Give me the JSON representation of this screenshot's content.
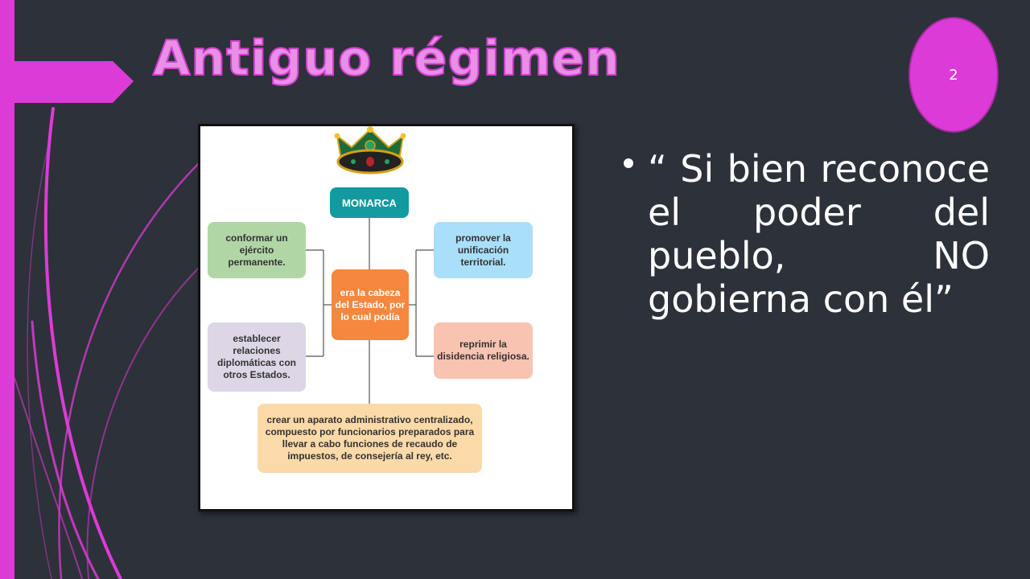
{
  "slide": {
    "title": "Antiguo régimen",
    "number": "2",
    "accent_color": "#dd3bd7",
    "background_color": "#2d3139"
  },
  "diagram": {
    "top": "MONARCA",
    "center": "era la cabeza del Estado, por lo cual podía",
    "left_top": "conformar un ejército permanente.",
    "right_top": "promover la unificación territorial.",
    "left_bottom": "establecer relaciones diplomáticas con otros Estados.",
    "right_bottom": "reprimir la disidencia religiosa.",
    "bottom": "crear un aparato administrativo centralizado, compuesto por funcionarios preparados para llevar a cabo funciones de recaudo de impuestos, de consejería al rey, etc.",
    "icon": "crown-icon"
  },
  "quote": {
    "text": "“ Si bien reconoce el poder del pueblo, NO gobierna con él”"
  }
}
